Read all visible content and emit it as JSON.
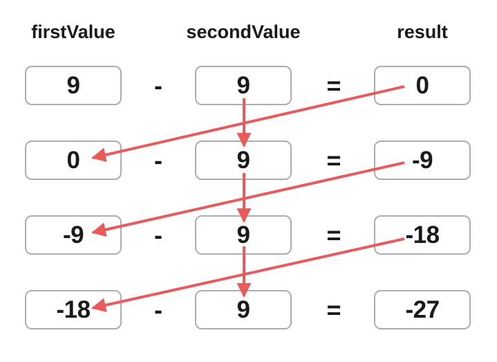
{
  "colors": {
    "arrow": "#E75B5D",
    "box_border": "#ADADAD",
    "text": "#1A1A1A",
    "background": "#FFFFFF"
  },
  "headers": [
    "firstValue",
    "secondValue",
    "result"
  ],
  "rows": [
    {
      "first": "9",
      "operator": "-",
      "second": "9",
      "equals": "=",
      "result": "0"
    },
    {
      "first": "0",
      "operator": "-",
      "second": "9",
      "equals": "=",
      "result": "-9"
    },
    {
      "first": "-9",
      "operator": "-",
      "second": "9",
      "equals": "=",
      "result": "-18"
    },
    {
      "first": "-18",
      "operator": "-",
      "second": "9",
      "equals": "=",
      "result": "-27"
    }
  ],
  "arrows": [
    {
      "type": "result-to-next-first",
      "from": "row1.result=0",
      "to": "row2.firstValue=0"
    },
    {
      "type": "result-to-next-first",
      "from": "row2.result=-9",
      "to": "row3.firstValue=-9"
    },
    {
      "type": "result-to-next-first",
      "from": "row3.result=-18",
      "to": "row4.firstValue=-18"
    },
    {
      "type": "second-value-carry-down",
      "from": "row1.secondValue=9",
      "to": "row2.secondValue=9"
    },
    {
      "type": "second-value-carry-down",
      "from": "row2.secondValue=9",
      "to": "row3.secondValue=9"
    },
    {
      "type": "second-value-carry-down",
      "from": "row3.secondValue=9",
      "to": "row4.secondValue=9"
    }
  ]
}
